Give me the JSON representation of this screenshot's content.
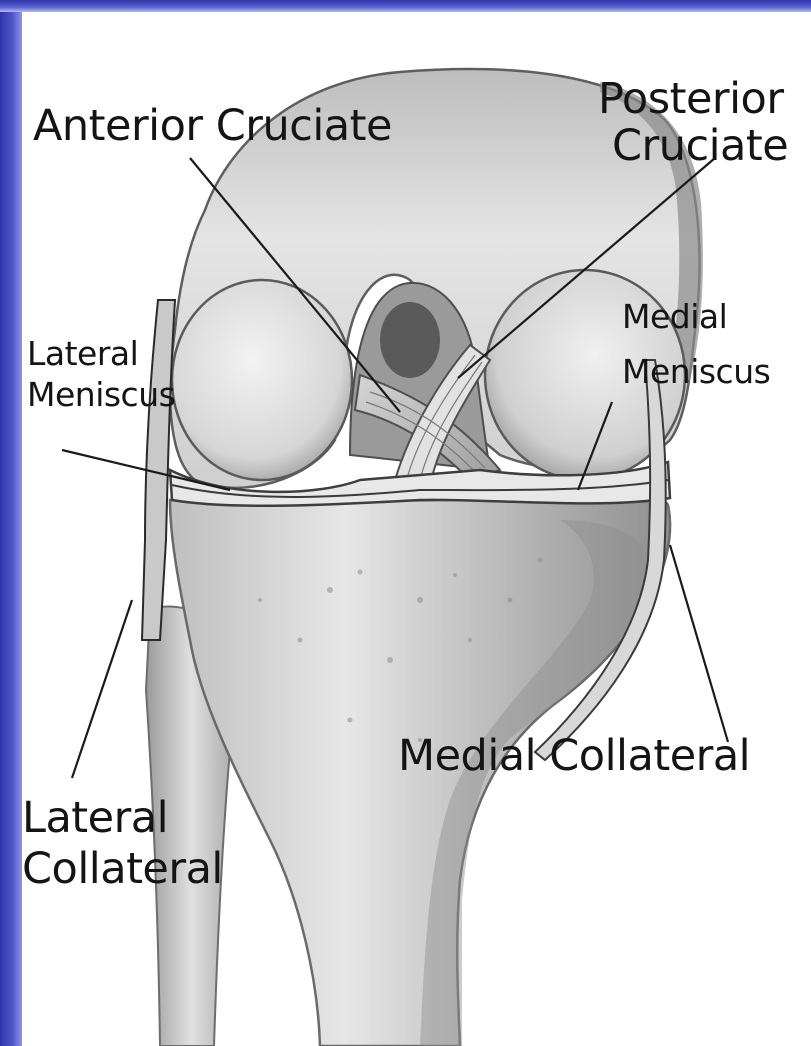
{
  "diagram": {
    "labels": {
      "anterior_cruciate": "Anterior Cruciate",
      "posterior_cruciate_line1": "Posterior",
      "posterior_cruciate_line2": "Cruciate",
      "lateral_meniscus_line1": "Lateral",
      "lateral_meniscus_line2": "Meniscus",
      "medial_meniscus_line1": "Medial",
      "medial_meniscus_line2": "Meniscus",
      "medial_collateral": "Medial Collateral",
      "lateral_collateral_line1": "Lateral",
      "lateral_collateral_line2": "Collateral"
    },
    "colors": {
      "frame": "#3f46bd",
      "bone_light": "#ededed",
      "bone_shadow": "#8a8a8a",
      "ink": "#141414"
    }
  }
}
